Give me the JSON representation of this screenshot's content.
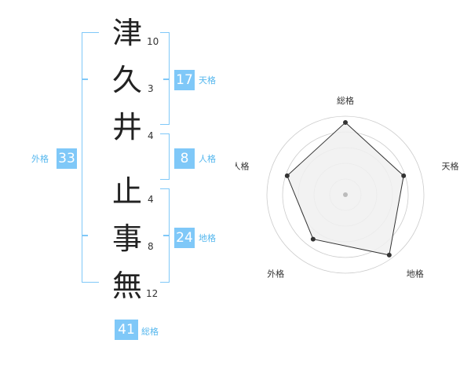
{
  "name": {
    "characters": [
      {
        "char": "津",
        "strokes": "10"
      },
      {
        "char": "久",
        "strokes": "3"
      },
      {
        "char": "井",
        "strokes": "4"
      },
      {
        "char": "止",
        "strokes": "4"
      },
      {
        "char": "事",
        "strokes": "8"
      },
      {
        "char": "無",
        "strokes": "12"
      }
    ]
  },
  "fortunes": {
    "tenkaku": {
      "value": "17",
      "label": "天格"
    },
    "jinkaku": {
      "value": "8",
      "label": "人格"
    },
    "chikaku": {
      "value": "24",
      "label": "地格"
    },
    "gaikaku": {
      "value": "33",
      "label": "外格"
    },
    "soukaku": {
      "value": "41",
      "label": "総格"
    }
  },
  "chart_data": {
    "type": "radar",
    "axes": [
      "総格",
      "天格",
      "地格",
      "外格",
      "人格"
    ],
    "values": [
      0.92,
      0.78,
      0.95,
      0.7,
      0.78
    ],
    "range": [
      0,
      1
    ],
    "colors": {
      "fill": "#f0f0f0",
      "stroke": "#333333",
      "ring": "#cccccc",
      "center": "#bbbbbb"
    }
  }
}
